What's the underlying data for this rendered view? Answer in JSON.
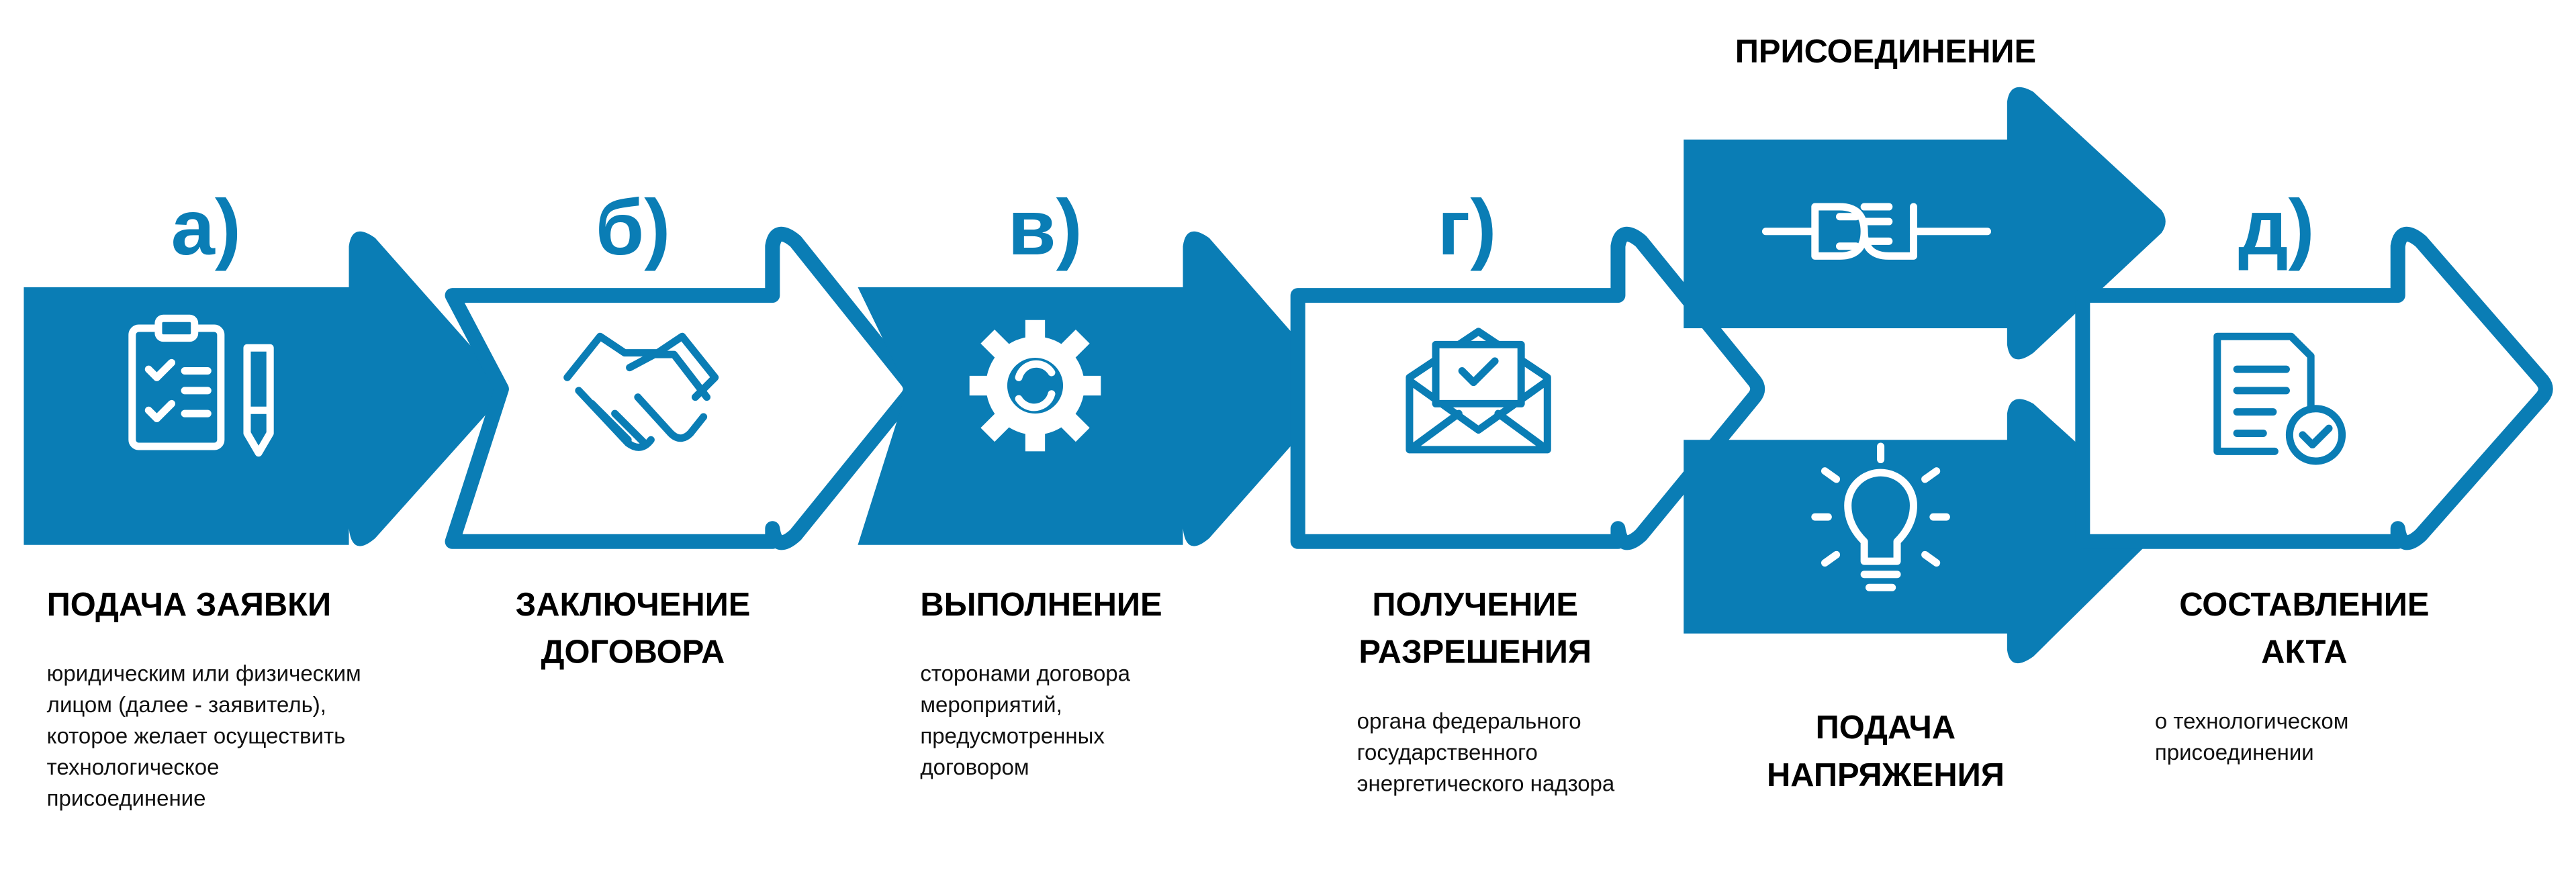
{
  "colors": {
    "accent": "#0a7db5"
  },
  "steps": [
    {
      "letter": "а)",
      "title": [
        "ПОДАЧА ЗАЯВКИ"
      ],
      "desc": [
        "юридическим или физическим",
        "лицом (далее - заявитель),",
        "которое желает осуществить",
        "технологическое",
        "присоединение"
      ],
      "icon": "clipboard-checklist-icon"
    },
    {
      "letter": "б)",
      "title": [
        "ЗАКЛЮЧЕНИЕ",
        "ДОГОВОРА"
      ],
      "desc": [],
      "icon": "handshake-icon"
    },
    {
      "letter": "в)",
      "title": [
        "ВЫПОЛНЕНИЕ"
      ],
      "desc": [
        "сторонами договора",
        "мероприятий,",
        "предусмотренных",
        "договором"
      ],
      "icon": "gear-refresh-icon"
    },
    {
      "letter": "г)",
      "title": [
        "ПОЛУЧЕНИЕ",
        "РАЗРЕШЕНИЯ"
      ],
      "desc": [
        "органа федерального",
        "государственного",
        "энергетического надзора"
      ],
      "icon": "envelope-check-icon"
    },
    {
      "letter": "д)",
      "title": [
        "СОСТАВЛЕНИЕ",
        "АКТА"
      ],
      "desc": [
        "о технологическом",
        "присоединении"
      ],
      "icon": "document-check-icon"
    }
  ],
  "branch": {
    "top": "ПРИСОЕДИНЕНИЕ",
    "bottom": [
      "ПОДАЧА",
      "НАПРЯЖЕНИЯ"
    ]
  }
}
